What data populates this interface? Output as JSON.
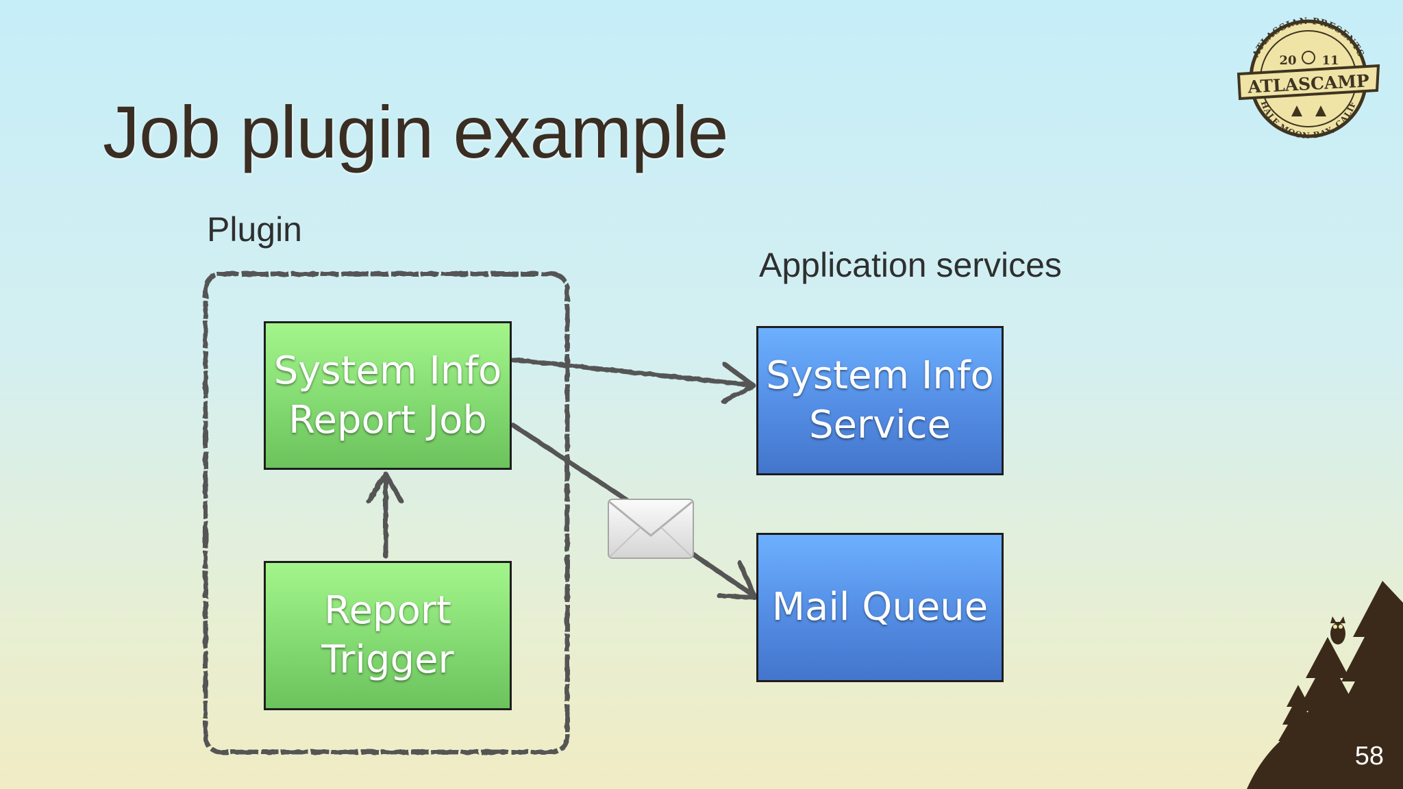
{
  "slide": {
    "title": "Job plugin example",
    "page_number": "58"
  },
  "diagram": {
    "plugin_label": "Plugin",
    "services_label": "Application services",
    "nodes": {
      "system_info_report_job": "System Info\nReport Job",
      "report_trigger": "Report\nTrigger",
      "system_info_service": "System Info\nService",
      "mail_queue": "Mail Queue"
    }
  },
  "badge": {
    "top_text": "ATLASSIAN PRESENTS",
    "year_left": "20",
    "year_right": "11",
    "banner": "ATLASCAMP",
    "bottom_text": "HALF MOON BAY, CALIF"
  },
  "colors": {
    "green_box": "#86dd74",
    "blue_box": "#5590e6",
    "sketch_line": "#555555",
    "title": "#3a2d22"
  }
}
